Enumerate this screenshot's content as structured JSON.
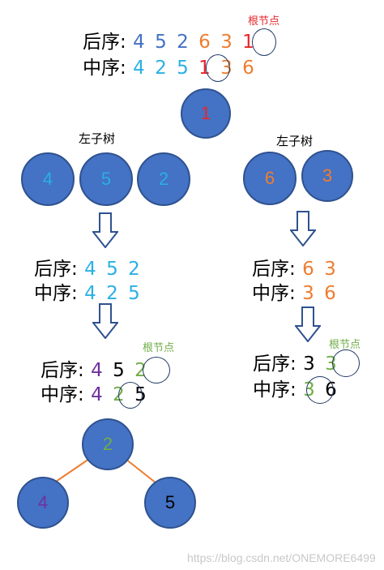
{
  "colors": {
    "node_fill": "#4472c4",
    "blue_text": "#4472c4",
    "cyan_text": "#2ab0e4",
    "orange_text": "#ed7d31",
    "red_text": "#e8262b",
    "green_text": "#70ad47",
    "purple_text": "#7030a0",
    "edge": "#ed7d31"
  },
  "labels": {
    "postorder": "后序:",
    "inorder": "中序:",
    "root_note": "根节点",
    "left_subtree": "左子树",
    "right_subtree": "左子树"
  },
  "top": {
    "postorder": [
      "4",
      "5",
      "2",
      "6",
      "3",
      "1"
    ],
    "inorder": [
      "4",
      "2",
      "5",
      "1",
      "3",
      "6"
    ],
    "root": "1"
  },
  "left_nodes": [
    "4",
    "5",
    "2"
  ],
  "right_nodes": [
    "6",
    "3"
  ],
  "left_step1": {
    "postorder": [
      "4",
      "5",
      "2"
    ],
    "inorder": [
      "4",
      "2",
      "5"
    ]
  },
  "right_step1": {
    "postorder": [
      "6",
      "3"
    ],
    "inorder": [
      "3",
      "6"
    ]
  },
  "left_step2": {
    "postorder": [
      "4",
      "5",
      "2"
    ],
    "inorder": [
      "4",
      "2",
      "5"
    ]
  },
  "right_step2": {
    "postorder": [
      "3",
      "3"
    ],
    "inorder": [
      "3",
      "6"
    ]
  },
  "tree": {
    "root": "2",
    "left": "4",
    "right": "5"
  },
  "watermark": "https://blog.csdn.net/ONEMORE6499"
}
